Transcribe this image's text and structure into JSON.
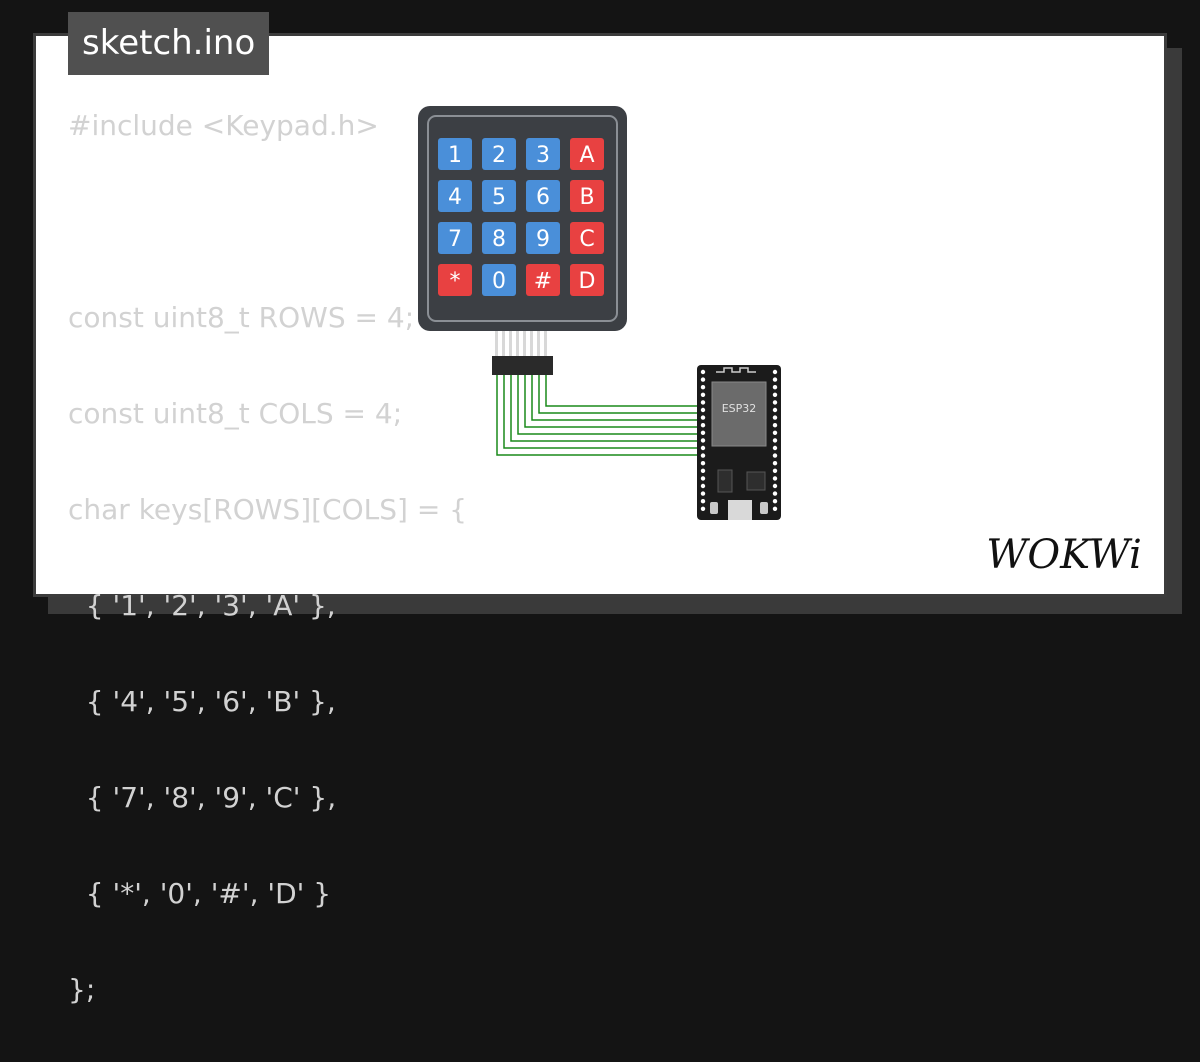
{
  "file_tab": {
    "label": "sketch.ino"
  },
  "code": {
    "lines": [
      "#include <Keypad.h>",
      "",
      "const uint8_t ROWS = 4;",
      "const uint8_t COLS = 4;",
      "char keys[ROWS][COLS] = {",
      "  { '1', '2', '3', 'A' },",
      "  { '4', '5', '6', 'B' },",
      "  { '7', '8', '9', 'C' },",
      "  { '*', '0', '#', 'D' }",
      "};"
    ]
  },
  "keypad": {
    "keys": [
      [
        "1",
        "2",
        "3",
        "A"
      ],
      [
        "4",
        "5",
        "6",
        "B"
      ],
      [
        "7",
        "8",
        "9",
        "C"
      ],
      [
        "*",
        "0",
        "#",
        "D"
      ]
    ],
    "colors": {
      "number_key": "#4a8fd9",
      "letter_key": "#e84141",
      "body": "#3c3f44"
    }
  },
  "board": {
    "chip_label": "ESP32"
  },
  "brand": {
    "name": "WOKWi"
  },
  "colors": {
    "wire": "#1a8a1a",
    "panel_border": "#3c3c3c",
    "code_text": "#d2d2d2"
  }
}
